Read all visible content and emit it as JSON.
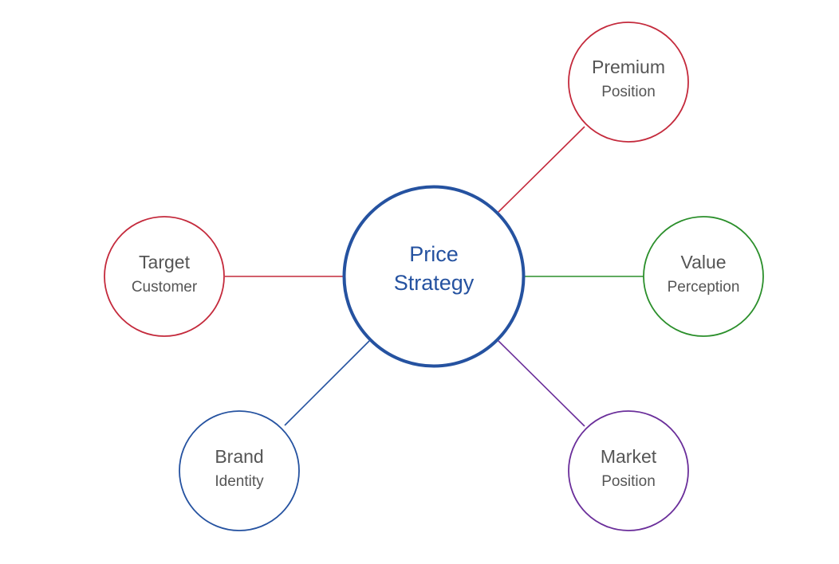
{
  "diagram": {
    "center": {
      "line1": "Price",
      "line2": "Strategy",
      "color": "#2552a0"
    },
    "nodes": [
      {
        "id": "premium",
        "line1": "Premium",
        "line2": "Position",
        "color": "#c42a3c"
      },
      {
        "id": "target",
        "line1": "Target",
        "line2": "Customer",
        "color": "#c42a3c"
      },
      {
        "id": "value",
        "line1": "Value",
        "line2": "Perception",
        "color": "#2b8f2b"
      },
      {
        "id": "brand",
        "line1": "Brand",
        "line2": "Identity",
        "color": "#2552a0"
      },
      {
        "id": "market",
        "line1": "Market",
        "line2": "Position",
        "color": "#6a2e9a"
      }
    ],
    "text_color": "#555555"
  }
}
